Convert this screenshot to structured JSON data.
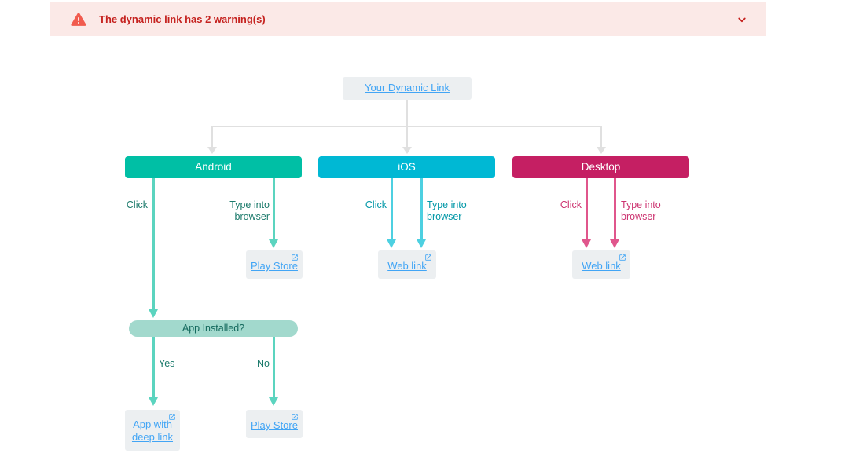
{
  "banner": {
    "message": "The dynamic link has 2 warning(s)",
    "icons": {
      "warning": "warning-triangle",
      "collapse": "chevron-down"
    },
    "colors": {
      "background": "#fbe9e7",
      "text": "#c5221f",
      "icon": "#f15b4e"
    }
  },
  "diagram": {
    "root": {
      "label": "Your Dynamic Link"
    },
    "android": {
      "header": "Android",
      "click_label": "Click",
      "type_into_browser_label": [
        "Type into",
        "browser"
      ],
      "play_store_link": "Play Store",
      "app_installed_label": "App Installed?",
      "yes_label": "Yes",
      "no_label": "No",
      "app_with_deep_link": [
        "App with",
        "deep link"
      ],
      "play_store_link_no": "Play Store",
      "color": "#00bfa5",
      "arrow_color": "#5bd4bf",
      "label_color": "#1b7a6b"
    },
    "ios": {
      "header": "iOS",
      "click_label": "Click",
      "type_into_browser_label": [
        "Type into",
        "browser"
      ],
      "web_link": "Web link",
      "color": "#00b8d4",
      "arrow_color": "#4dd0e1",
      "label_color": "#0097a7"
    },
    "desktop": {
      "header": "Desktop",
      "click_label": "Click",
      "type_into_browser_label": [
        "Type into",
        "browser"
      ],
      "web_link": "Web link",
      "color": "#c51f63",
      "arrow_color": "#e0568c",
      "label_color": "#cc3370"
    },
    "link_color": "#42a5f5",
    "node_background": "#eceff1",
    "connector_color": "#e0e0e0",
    "pill_background": "#a2d9cd"
  }
}
